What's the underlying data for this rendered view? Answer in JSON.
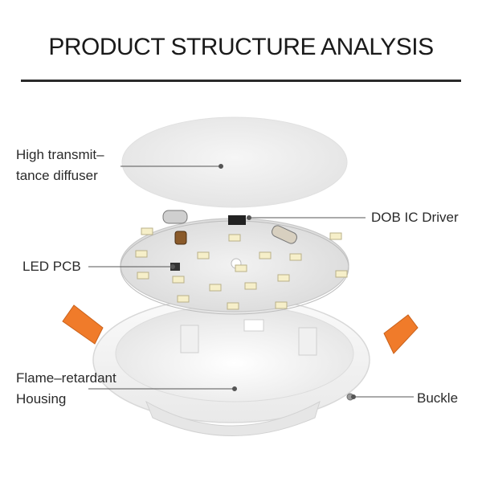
{
  "title": "PRODUCT STRUCTURE ANALYSIS",
  "labels": {
    "diffuser_line1": "High transmit–",
    "diffuser_line2": "tance diffuser",
    "driver": "DOB IC Driver",
    "pcb": "LED PCB",
    "housing_line1": "Flame–retardant",
    "housing_line2": "Housing",
    "buckle": "Buckle"
  },
  "colors": {
    "clip": "#f07b2a",
    "housing": "#f4f4f4",
    "pcb": "#e6e6e6",
    "diffuser": "#efefef",
    "led": "#f6efc9",
    "text": "#2a2a2a"
  }
}
